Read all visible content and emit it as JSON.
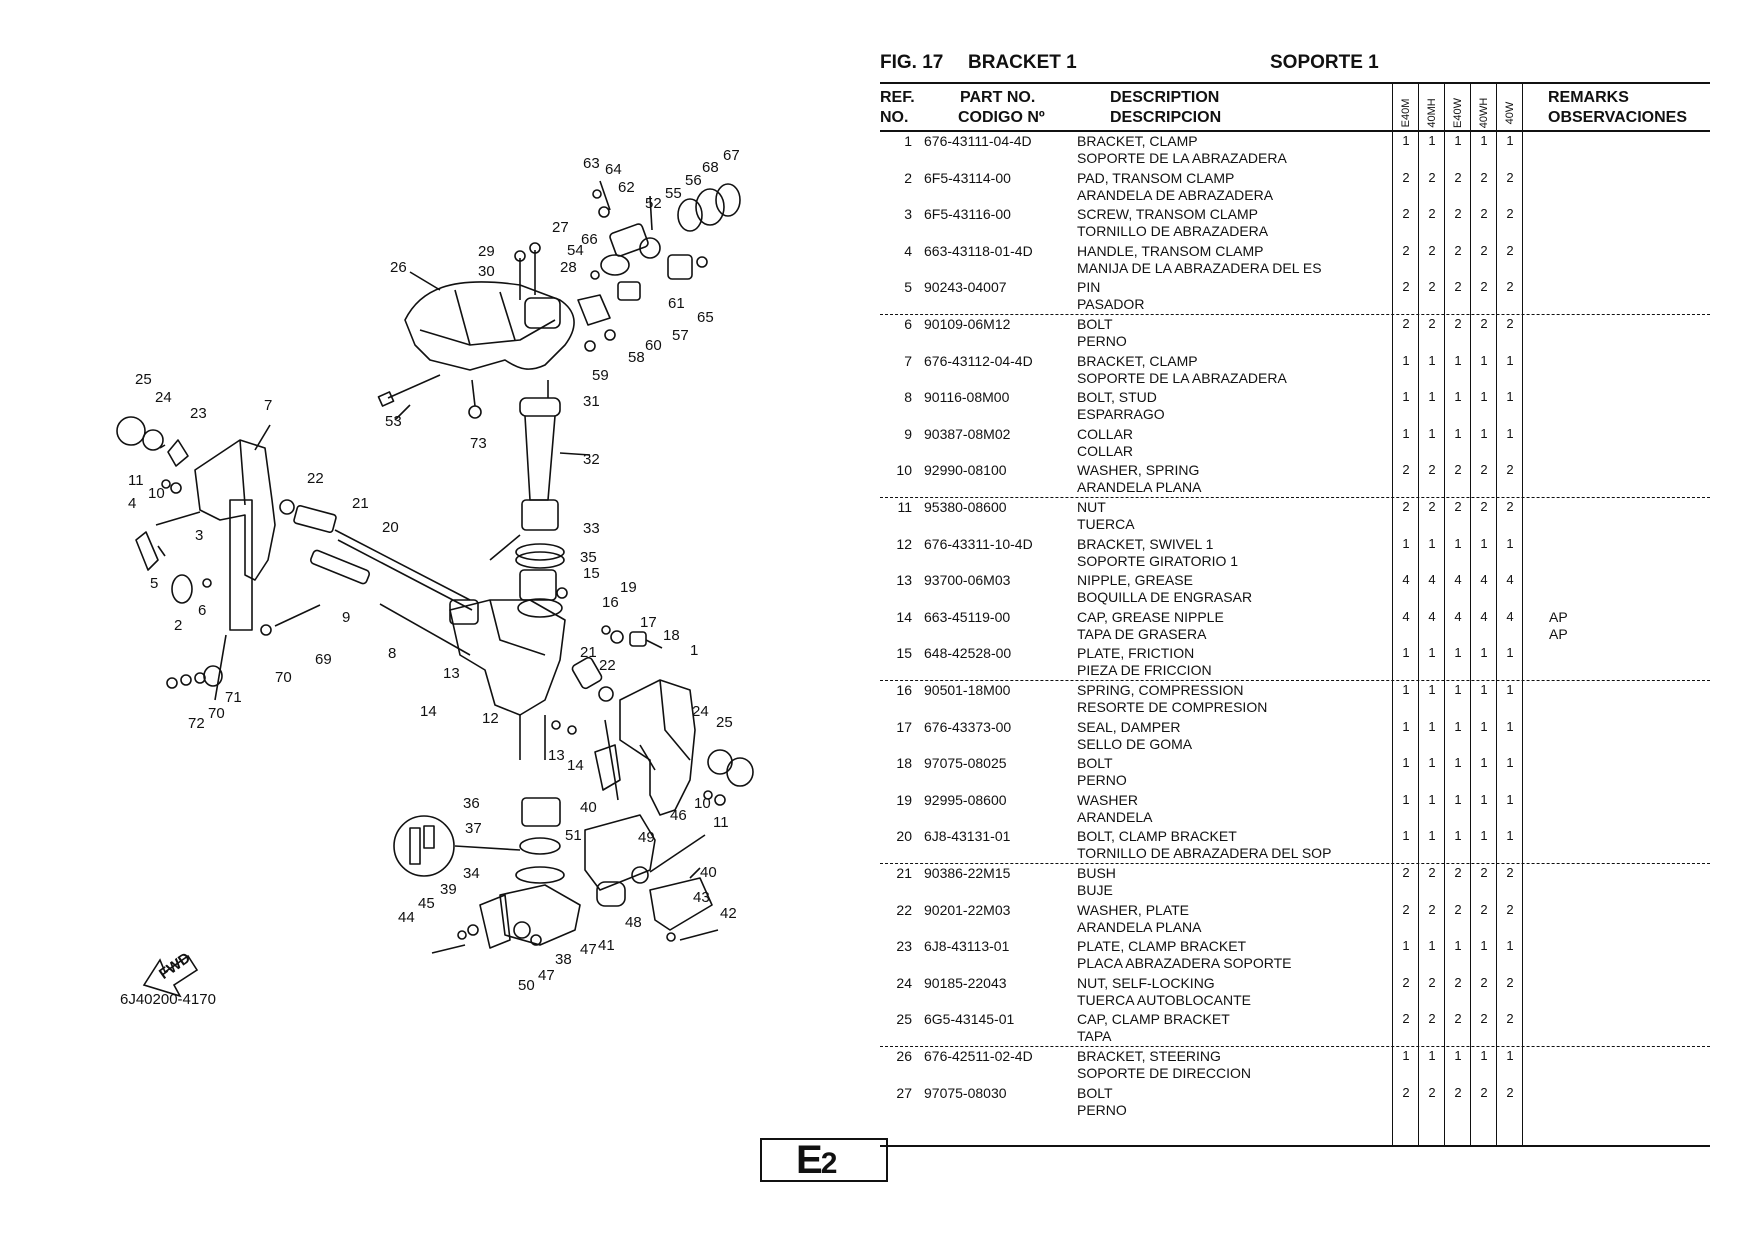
{
  "figure": {
    "number_label": "FIG.  17",
    "title_en": "BRACKET 1",
    "title_es": "SOPORTE 1",
    "diagram_code": "6J40200-4170",
    "fwd_label": "FWD"
  },
  "table_headers": {
    "ref_line1": "REF.",
    "ref_line2": "NO.",
    "part_line1": "PART NO.",
    "part_line2": "CODIGO Nº",
    "desc_line1": "DESCRIPTION",
    "desc_line2": "DESCRIPCION",
    "remarks_line1": "REMARKS",
    "remarks_line2": "OBSERVACIONES",
    "models": [
      "E40M",
      "40MH",
      "E40W",
      "40WH",
      "40W"
    ]
  },
  "parts": [
    {
      "ref": "1",
      "part_no": "676-43111-04-4D",
      "desc_en": "BRACKET, CLAMP",
      "desc_es": "SOPORTE DE LA ABRAZADERA",
      "qty": [
        "1",
        "1",
        "1",
        "1",
        "1"
      ],
      "remark1": "",
      "remark2": ""
    },
    {
      "ref": "2",
      "part_no": "6F5-43114-00",
      "desc_en": "PAD, TRANSOM CLAMP",
      "desc_es": "ARANDELA DE ABRAZADERA",
      "qty": [
        "2",
        "2",
        "2",
        "2",
        "2"
      ],
      "remark1": "",
      "remark2": ""
    },
    {
      "ref": "3",
      "part_no": "6F5-43116-00",
      "desc_en": "SCREW, TRANSOM CLAMP",
      "desc_es": "TORNILLO DE ABRAZADERA",
      "qty": [
        "2",
        "2",
        "2",
        "2",
        "2"
      ],
      "remark1": "",
      "remark2": ""
    },
    {
      "ref": "4",
      "part_no": "663-43118-01-4D",
      "desc_en": "HANDLE, TRANSOM CLAMP",
      "desc_es": "MANIJA DE LA ABRAZADERA DEL ES",
      "qty": [
        "2",
        "2",
        "2",
        "2",
        "2"
      ],
      "remark1": "",
      "remark2": ""
    },
    {
      "ref": "5",
      "part_no": "90243-04007",
      "desc_en": "PIN",
      "desc_es": "PASADOR",
      "qty": [
        "2",
        "2",
        "2",
        "2",
        "2"
      ],
      "remark1": "",
      "remark2": ""
    },
    {
      "ref": "6",
      "part_no": "90109-06M12",
      "desc_en": "BOLT",
      "desc_es": "PERNO",
      "qty": [
        "2",
        "2",
        "2",
        "2",
        "2"
      ],
      "remark1": "",
      "remark2": ""
    },
    {
      "ref": "7",
      "part_no": "676-43112-04-4D",
      "desc_en": "BRACKET, CLAMP",
      "desc_es": "SOPORTE DE LA ABRAZADERA",
      "qty": [
        "1",
        "1",
        "1",
        "1",
        "1"
      ],
      "remark1": "",
      "remark2": ""
    },
    {
      "ref": "8",
      "part_no": "90116-08M00",
      "desc_en": "BOLT, STUD",
      "desc_es": "ESPARRAGO",
      "qty": [
        "1",
        "1",
        "1",
        "1",
        "1"
      ],
      "remark1": "",
      "remark2": ""
    },
    {
      "ref": "9",
      "part_no": "90387-08M02",
      "desc_en": "COLLAR",
      "desc_es": "COLLAR",
      "qty": [
        "1",
        "1",
        "1",
        "1",
        "1"
      ],
      "remark1": "",
      "remark2": ""
    },
    {
      "ref": "10",
      "part_no": "92990-08100",
      "desc_en": "WASHER, SPRING",
      "desc_es": "ARANDELA PLANA",
      "qty": [
        "2",
        "2",
        "2",
        "2",
        "2"
      ],
      "remark1": "",
      "remark2": ""
    },
    {
      "ref": "11",
      "part_no": "95380-08600",
      "desc_en": "NUT",
      "desc_es": "TUERCA",
      "qty": [
        "2",
        "2",
        "2",
        "2",
        "2"
      ],
      "remark1": "",
      "remark2": ""
    },
    {
      "ref": "12",
      "part_no": "676-43311-10-4D",
      "desc_en": "BRACKET, SWIVEL 1",
      "desc_es": "SOPORTE GIRATORIO 1",
      "qty": [
        "1",
        "1",
        "1",
        "1",
        "1"
      ],
      "remark1": "",
      "remark2": ""
    },
    {
      "ref": "13",
      "part_no": "93700-06M03",
      "desc_en": "NIPPLE, GREASE",
      "desc_es": "BOQUILLA DE ENGRASAR",
      "qty": [
        "4",
        "4",
        "4",
        "4",
        "4"
      ],
      "remark1": "",
      "remark2": ""
    },
    {
      "ref": "14",
      "part_no": "663-45119-00",
      "desc_en": "CAP, GREASE NIPPLE",
      "desc_es": "TAPA DE GRASERA",
      "qty": [
        "4",
        "4",
        "4",
        "4",
        "4"
      ],
      "remark1": "AP",
      "remark2": "AP"
    },
    {
      "ref": "15",
      "part_no": "648-42528-00",
      "desc_en": "PLATE, FRICTION",
      "desc_es": "PIEZA DE FRICCION",
      "qty": [
        "1",
        "1",
        "1",
        "1",
        "1"
      ],
      "remark1": "",
      "remark2": ""
    },
    {
      "ref": "16",
      "part_no": "90501-18M00",
      "desc_en": "SPRING, COMPRESSION",
      "desc_es": "RESORTE  DE COMPRESION",
      "qty": [
        "1",
        "1",
        "1",
        "1",
        "1"
      ],
      "remark1": "",
      "remark2": ""
    },
    {
      "ref": "17",
      "part_no": "676-43373-00",
      "desc_en": "SEAL, DAMPER",
      "desc_es": "SELLO DE GOMA",
      "qty": [
        "1",
        "1",
        "1",
        "1",
        "1"
      ],
      "remark1": "",
      "remark2": ""
    },
    {
      "ref": "18",
      "part_no": "97075-08025",
      "desc_en": "BOLT",
      "desc_es": "PERNO",
      "qty": [
        "1",
        "1",
        "1",
        "1",
        "1"
      ],
      "remark1": "",
      "remark2": ""
    },
    {
      "ref": "19",
      "part_no": "92995-08600",
      "desc_en": "WASHER",
      "desc_es": "ARANDELA",
      "qty": [
        "1",
        "1",
        "1",
        "1",
        "1"
      ],
      "remark1": "",
      "remark2": ""
    },
    {
      "ref": "20",
      "part_no": "6J8-43131-01",
      "desc_en": "BOLT, CLAMP BRACKET",
      "desc_es": "TORNILLO DE ABRAZADERA DEL SOP",
      "qty": [
        "1",
        "1",
        "1",
        "1",
        "1"
      ],
      "remark1": "",
      "remark2": ""
    },
    {
      "ref": "21",
      "part_no": "90386-22M15",
      "desc_en": "BUSH",
      "desc_es": "BUJE",
      "qty": [
        "2",
        "2",
        "2",
        "2",
        "2"
      ],
      "remark1": "",
      "remark2": ""
    },
    {
      "ref": "22",
      "part_no": "90201-22M03",
      "desc_en": "WASHER, PLATE",
      "desc_es": "ARANDELA PLANA",
      "qty": [
        "2",
        "2",
        "2",
        "2",
        "2"
      ],
      "remark1": "",
      "remark2": ""
    },
    {
      "ref": "23",
      "part_no": "6J8-43113-01",
      "desc_en": "PLATE, CLAMP BRACKET",
      "desc_es": "PLACA ABRAZADERA SOPORTE",
      "qty": [
        "1",
        "1",
        "1",
        "1",
        "1"
      ],
      "remark1": "",
      "remark2": ""
    },
    {
      "ref": "24",
      "part_no": "90185-22043",
      "desc_en": "NUT, SELF-LOCKING",
      "desc_es": "TUERCA AUTOBLOCANTE",
      "qty": [
        "2",
        "2",
        "2",
        "2",
        "2"
      ],
      "remark1": "",
      "remark2": ""
    },
    {
      "ref": "25",
      "part_no": "6G5-43145-01",
      "desc_en": "CAP, CLAMP BRACKET",
      "desc_es": "TAPA",
      "qty": [
        "2",
        "2",
        "2",
        "2",
        "2"
      ],
      "remark1": "",
      "remark2": ""
    },
    {
      "ref": "26",
      "part_no": "676-42511-02-4D",
      "desc_en": "BRACKET, STEERING",
      "desc_es": "SOPORTE DE DIRECCION",
      "qty": [
        "1",
        "1",
        "1",
        "1",
        "1"
      ],
      "remark1": "",
      "remark2": ""
    },
    {
      "ref": "27",
      "part_no": "97075-08030",
      "desc_en": "BOLT",
      "desc_es": "PERNO",
      "qty": [
        "2",
        "2",
        "2",
        "2",
        "2"
      ],
      "remark1": "",
      "remark2": ""
    }
  ],
  "diagram_callouts": [
    "1",
    "2",
    "3",
    "4",
    "5",
    "6",
    "7",
    "8",
    "9",
    "10",
    "10",
    "11",
    "11",
    "12",
    "13",
    "13",
    "14",
    "14",
    "15",
    "16",
    "17",
    "18",
    "19",
    "20",
    "21",
    "21",
    "22",
    "22",
    "23",
    "24",
    "24",
    "25",
    "25",
    "26",
    "27",
    "28",
    "29",
    "30",
    "31",
    "32",
    "33",
    "34",
    "35",
    "36",
    "37",
    "38",
    "39",
    "40",
    "40",
    "41",
    "42",
    "43",
    "44",
    "45",
    "46",
    "47",
    "47",
    "48",
    "49",
    "50",
    "51",
    "52",
    "53",
    "54",
    "55",
    "56",
    "57",
    "58",
    "59",
    "60",
    "61",
    "62",
    "63",
    "64",
    "65",
    "66",
    "67",
    "68",
    "69",
    "70",
    "70",
    "71",
    "72",
    "73"
  ],
  "page_label": {
    "letter": "E",
    "number": "2"
  }
}
